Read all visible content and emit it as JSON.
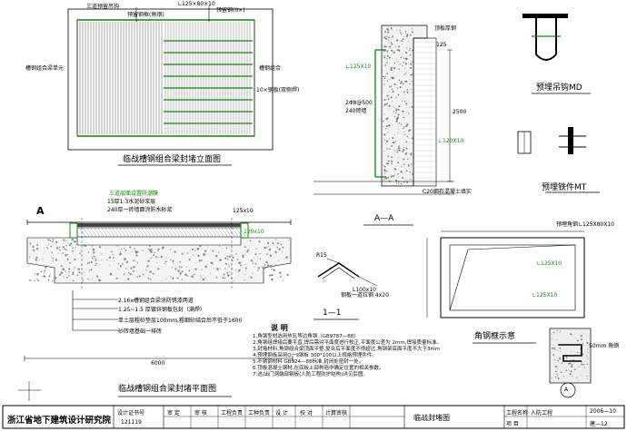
{
  "views": {
    "elevation_title": "临战槽钢组合梁封堵立面图",
    "plan_title": "临战槽钢组合梁封堵平面图",
    "section_aa_title": "A—A",
    "section_11_title": "1—1",
    "md_title": "预埋吊钩MD",
    "mt_title": "预埋铁件MT",
    "frame_title": "角钢框示意",
    "detail_a_label": "A"
  },
  "elevation_labels": {
    "top_left": "三道预留吊钩",
    "top_mid": "预留钢框(角钢)",
    "top_right1": "∟125×80×10",
    "top_right2": "预留钢(0×)",
    "left_mid": "槽钢组合梁单元",
    "right1": "槽钢组合",
    "right2": "10×钢板(双侧焊)"
  },
  "plan_labels": {
    "l1": "三道层面设置防潮膜",
    "l2": "15厚1:3水泥砂浆层",
    "l3": "240厚一砖墙面涂防水砂浆",
    "dim_right": "125x10",
    "dim_top": "120x10",
    "n1": "2.16x槽钢组合梁涂防锈漆两道",
    "n2": "1.25~1.5 厚镀锌钢板包封（满焊）",
    "n3": "单土层粗砂垫层100mm,粗细砂结合后不低于1600",
    "n4": "砂砖墙基础一排砖",
    "width": "6000",
    "marker_a": "A"
  },
  "section_labels": {
    "s1": "顶板厚钢",
    "s2": "∟125X10",
    "s3": "2Φ8@500",
    "s4": "240砖墙",
    "s5": "∟120X10",
    "s6": "C20细石混凝土填实",
    "height": "2500",
    "dim_top": "125"
  },
  "detail_labels": {
    "r15": "R15",
    "l100": "L100x10",
    "d1": "钢板一道拉钢  4x20"
  },
  "frame_labels": {
    "f1": "预埋角钢∟125X80X10",
    "f2": "∟125X10",
    "f3": "∟125X10",
    "f4": "50mm 角钢"
  },
  "notes": {
    "title": "说  明",
    "items": [
      "1.角钢型材选用热轧等边角钢（GB9787—88）",
      "2.角钢组焊接后要平直,焊后需对平面度进行校正,平面度公差为 2mm,焊接质量标准。",
      "3.封堵材料,角钢组合梁顶面平整,复合后平面度不得超过,角钢架底面平度不大于3mm",
      "4.预埋钢板采用Q一Ⅱ钢板 300*100以上规格预埋件件。",
      "5.不锈钢材料 GB924—88标准,封闭处密封一处。",
      "6.顶板混凝土钢材,在底板上部构造中确定位置的相关参数。",
      "7.进/出门洞端部钢板(人防工程防护结构)详见后图。"
    ]
  },
  "title_block": {
    "institute": "浙江省地下建筑设计研究院",
    "cert_label": "设计证书号",
    "cert_no": "121119",
    "c1": "审 定",
    "c2": "审 核",
    "c3": "工程负责",
    "c4": "工种负责",
    "c5": "设 计",
    "c6": "校 对",
    "c7": "计算审核",
    "drawing_name": "临战封堵图",
    "project_label": "工程名称",
    "project": "人防工程",
    "item_label": "项 目",
    "date": "2006—10",
    "sheet": "建—12"
  }
}
